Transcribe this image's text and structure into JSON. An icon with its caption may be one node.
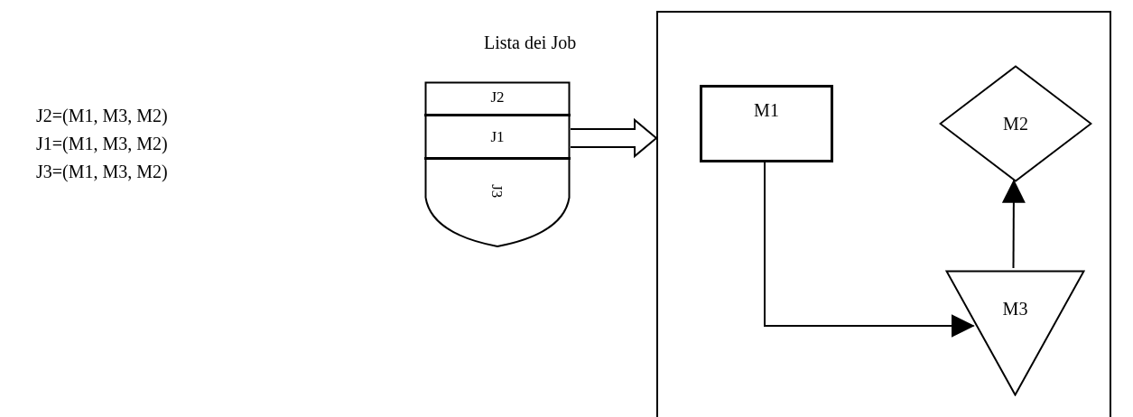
{
  "diagram": {
    "nodes": [
      {
        "text": [
          "Lista dei Job"
        ]
      },
      {
        "text": [
          "J2"
        ],
        "in": 0
      },
      {
        "text": [
          "J1"
        ],
        "in": 0
      },
      {
        "text": [
          "J3"
        ],
        "in": 0
      },
      {
        "text": [],
        "shape": "box"
      },
      {
        "text": [
          "M1"
        ],
        "in": 4
      },
      {
        "text": [
          "M2"
        ],
        "in": 4
      },
      {
        "text": [
          "M3"
        ],
        "in": 4
      }
    ],
    "edges": [
      {
        "from": 2,
        "to": 4,
        "arrow": "to",
        "style": "thick"
      },
      {
        "from": 5,
        "to": 7,
        "arrow": "to"
      },
      {
        "from": 7,
        "to": 6,
        "arrow": "to"
      }
    ],
    "labels": [
      "J2=(M1, M3, M2)",
      "J1=(M1, M3, M2)",
      "J3=(M1, M3, M2)"
    ]
  }
}
